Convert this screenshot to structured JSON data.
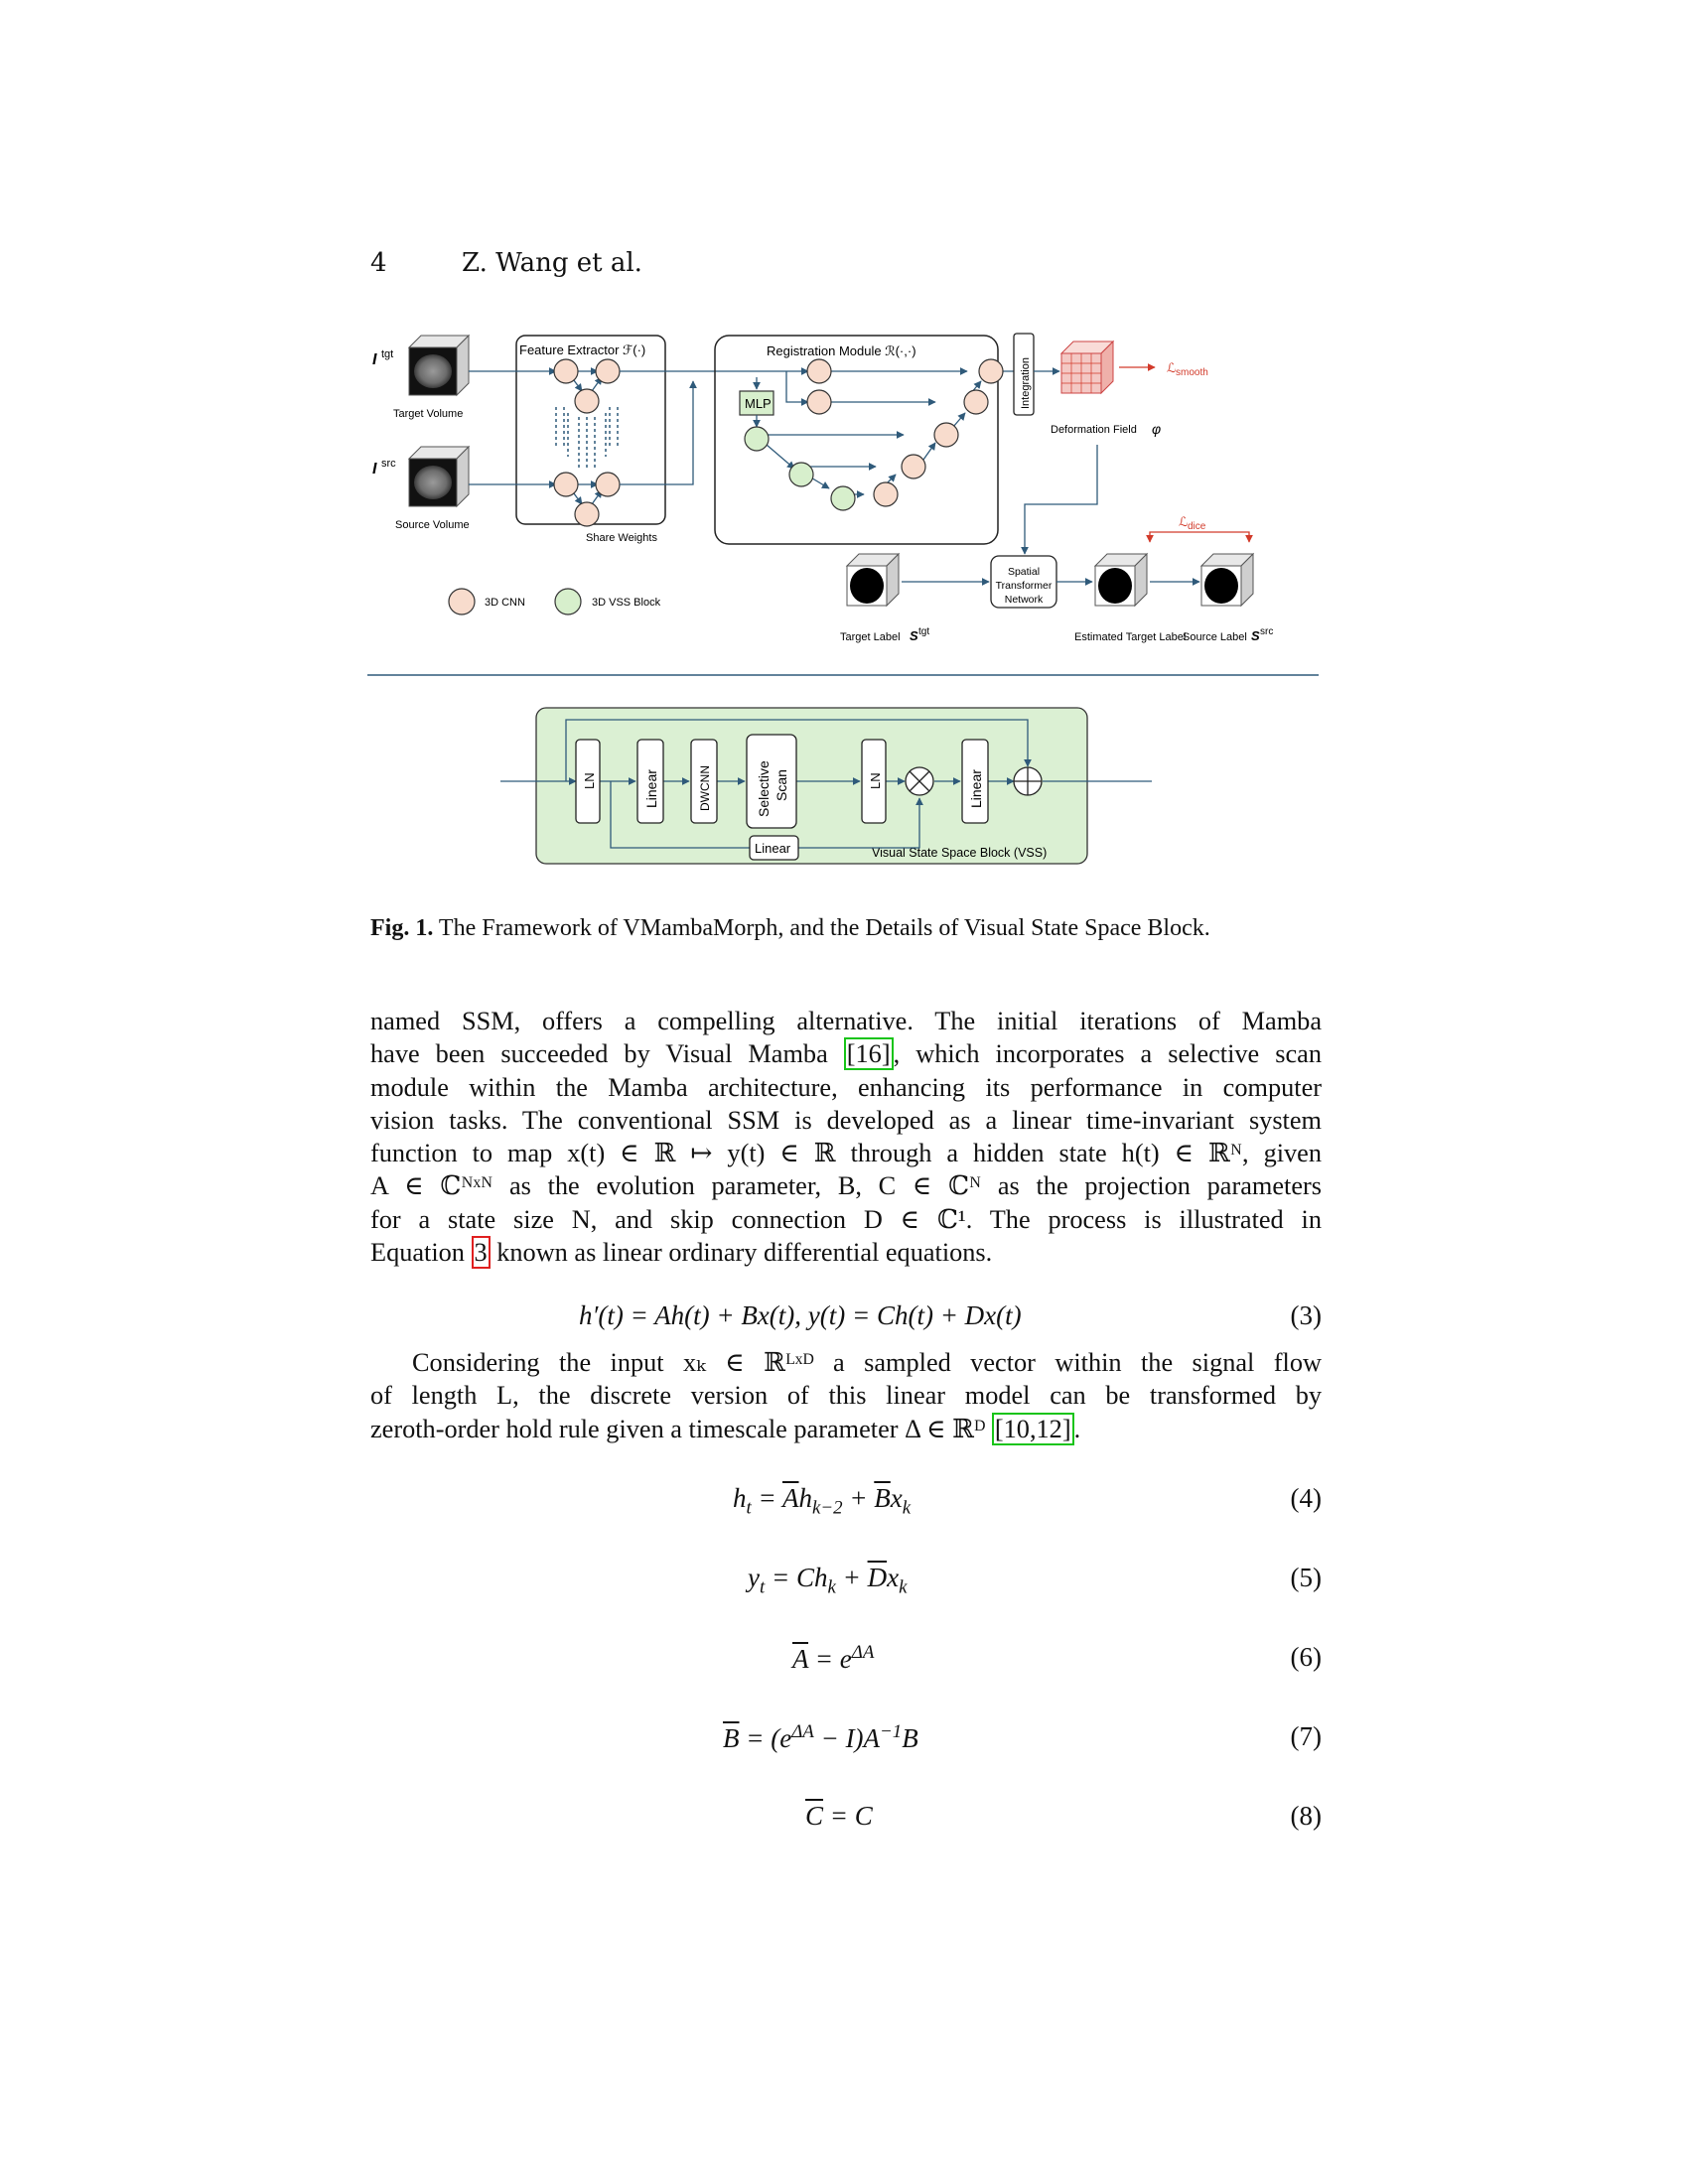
{
  "running_head": {
    "page_number": "4",
    "authors": "Z. Wang et al."
  },
  "figure": {
    "inputs": {
      "target_symbol": "I",
      "target_sup": "tgt",
      "target_label": "Target Volume",
      "source_symbol": "I",
      "source_sup": "src",
      "source_label": "Source Volume"
    },
    "feature_extractor_label": "Feature Extractor ℱ(·)",
    "share_weights_label": "Share Weights",
    "registration_label": "Registration Module ℛ(·,·)",
    "mlp_label": "MLP",
    "integration_label": "Integration",
    "deformation_label": "Deformation Field",
    "phi_symbol": "φ",
    "loss_smooth_main": "ℒ",
    "loss_smooth_sub": "smooth",
    "loss_dice_main": "ℒ",
    "loss_dice_sub": "dice",
    "stn_lines": [
      "Spatial",
      "Transformer",
      "Network"
    ],
    "target_label_text": "Target Label",
    "target_label_symbol": "S",
    "target_label_sup": "tgt",
    "estimated_label": "Estimated Target Label",
    "source_label_text": "Source Label",
    "source_label_symbol": "S",
    "source_label_sup": "src",
    "legend": {
      "cnn": "3D CNN",
      "vss": "3D VSS Block"
    },
    "vss_block": {
      "title": "Visual State Space Block (VSS)",
      "ln1": "LN",
      "linear1": "Linear",
      "dwcnn": "DWCNN",
      "scan_line1": "Selective",
      "scan_line2": "Scan",
      "ln2": "LN",
      "linear2": "Linear",
      "linear_bottom": "Linear"
    },
    "colors": {
      "cnn_fill": "#f8dccd",
      "vss_fill": "#d7efcc",
      "panel_fill": "#dbf0d3",
      "arrow": "#2f5a7a",
      "loss_red": "#d23a2a"
    }
  },
  "caption": {
    "label": "Fig. 1.",
    "text": "The Framework of VMambaMorph, and the Details of Visual State Space Block."
  },
  "paragraph1": {
    "l1": "named SSM, offers a compelling alternative. The initial iterations of Mamba",
    "l2a": "have been succeeded by Visual Mamba ",
    "l2ref": "[16]",
    "l2b": ", which incorporates a selective scan",
    "l3": "module within the Mamba architecture, enhancing its performance in computer",
    "l4": "vision tasks. The conventional SSM is developed as a linear time-invariant system",
    "l5": "function to map x(t) ∈ ℝ ↦ y(t) ∈ ℝ through a hidden state h(t) ∈ ℝᴺ, given",
    "l6": "A ∈ ℂᴺˣᴺ as the evolution parameter, B, C ∈ ℂᴺ as the projection parameters",
    "l7": "for a state size N, and skip connection D ∈ ℂ¹. The process is illustrated in",
    "l8a": "Equation ",
    "l8ref": "3",
    "l8b": " known as linear ordinary differential equations."
  },
  "equation3": {
    "body": "h′(t) = Ah(t) + Bx(t), y(t) = Ch(t) + Dx(t)",
    "num": "(3)"
  },
  "paragraph2": {
    "l1": "Considering the input xₖ ∈ ℝᴸˣᴰ a sampled vector within the signal flow",
    "l2": "of length L, the discrete version of this linear model can be transformed by",
    "l3a": "zeroth-order hold rule given a timescale parameter Δ ∈ ℝᴰ ",
    "l3ref": "[10,12]",
    "l3b": "."
  },
  "equations": [
    {
      "num": "(4)"
    },
    {
      "num": "(5)"
    },
    {
      "num": "(6)"
    },
    {
      "num": "(7)"
    },
    {
      "num": "(8)"
    }
  ]
}
